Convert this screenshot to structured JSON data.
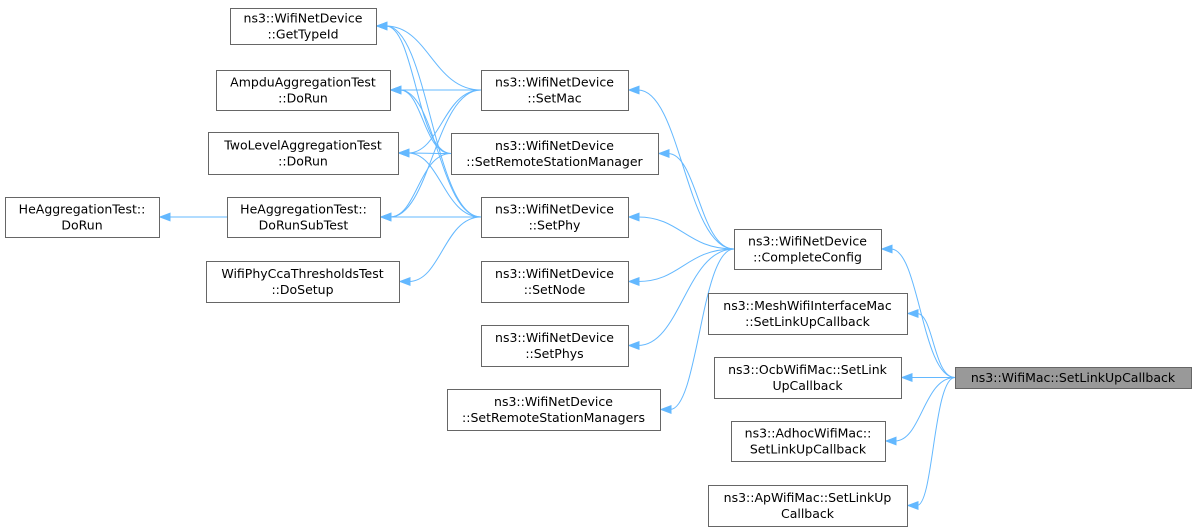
{
  "graph": {
    "nodes": [
      {
        "id": "getTypeId",
        "lines": [
          "ns3::WifiNetDevice",
          "::GetTypeId"
        ]
      },
      {
        "id": "ampduDoRun",
        "lines": [
          "AmpduAggregationTest",
          "::DoRun"
        ]
      },
      {
        "id": "twoLevelDoRun",
        "lines": [
          "TwoLevelAggregationTest",
          "::DoRun"
        ]
      },
      {
        "id": "heDoRun",
        "lines": [
          "HeAggregationTest::",
          "DoRun"
        ]
      },
      {
        "id": "heDoRunSubTest",
        "lines": [
          "HeAggregationTest::",
          "DoRunSubTest"
        ]
      },
      {
        "id": "ccaDoSetup",
        "lines": [
          "WifiPhyCcaThresholdsTest",
          "::DoSetup"
        ]
      },
      {
        "id": "setMac",
        "lines": [
          "ns3::WifiNetDevice",
          "::SetMac"
        ]
      },
      {
        "id": "setRsm",
        "lines": [
          "ns3::WifiNetDevice",
          "::SetRemoteStationManager"
        ]
      },
      {
        "id": "setPhy",
        "lines": [
          "ns3::WifiNetDevice",
          "::SetPhy"
        ]
      },
      {
        "id": "setNode",
        "lines": [
          "ns3::WifiNetDevice",
          "::SetNode"
        ]
      },
      {
        "id": "setPhys",
        "lines": [
          "ns3::WifiNetDevice",
          "::SetPhys"
        ]
      },
      {
        "id": "setRsms",
        "lines": [
          "ns3::WifiNetDevice",
          "::SetRemoteStationManagers"
        ]
      },
      {
        "id": "completeConfig",
        "lines": [
          "ns3::WifiNetDevice",
          "::CompleteConfig"
        ]
      },
      {
        "id": "meshMac",
        "lines": [
          "ns3::MeshWifiInterfaceMac",
          "::SetLinkUpCallback"
        ]
      },
      {
        "id": "ocbMac",
        "lines": [
          "ns3::OcbWifiMac::SetLink",
          "UpCallback"
        ]
      },
      {
        "id": "adhocMac",
        "lines": [
          "ns3::AdhocWifiMac::",
          "SetLinkUpCallback"
        ]
      },
      {
        "id": "apMac",
        "lines": [
          "ns3::ApWifiMac::SetLinkUp",
          "Callback"
        ]
      },
      {
        "id": "target",
        "lines": [
          "ns3::WifiMac::SetLinkUpCallback"
        ],
        "focus": true
      }
    ],
    "edges": [
      {
        "from": "heDoRun",
        "to": "heDoRunSubTest"
      },
      {
        "from": "getTypeId",
        "to": "setMac"
      },
      {
        "from": "getTypeId",
        "to": "setRsm"
      },
      {
        "from": "getTypeId",
        "to": "setPhy"
      },
      {
        "from": "ampduDoRun",
        "to": "setMac"
      },
      {
        "from": "ampduDoRun",
        "to": "setRsm"
      },
      {
        "from": "ampduDoRun",
        "to": "setPhy"
      },
      {
        "from": "twoLevelDoRun",
        "to": "setMac"
      },
      {
        "from": "twoLevelDoRun",
        "to": "setRsm"
      },
      {
        "from": "twoLevelDoRun",
        "to": "setPhy"
      },
      {
        "from": "heDoRunSubTest",
        "to": "setMac"
      },
      {
        "from": "heDoRunSubTest",
        "to": "setRsm"
      },
      {
        "from": "heDoRunSubTest",
        "to": "setPhy"
      },
      {
        "from": "ccaDoSetup",
        "to": "setPhy"
      },
      {
        "from": "setMac",
        "to": "completeConfig"
      },
      {
        "from": "setRsm",
        "to": "completeConfig"
      },
      {
        "from": "setPhy",
        "to": "completeConfig"
      },
      {
        "from": "setNode",
        "to": "completeConfig"
      },
      {
        "from": "setPhys",
        "to": "completeConfig"
      },
      {
        "from": "setRsms",
        "to": "completeConfig"
      },
      {
        "from": "completeConfig",
        "to": "target"
      },
      {
        "from": "meshMac",
        "to": "target"
      },
      {
        "from": "ocbMac",
        "to": "target"
      },
      {
        "from": "adhocMac",
        "to": "target"
      },
      {
        "from": "apMac",
        "to": "target"
      }
    ]
  }
}
